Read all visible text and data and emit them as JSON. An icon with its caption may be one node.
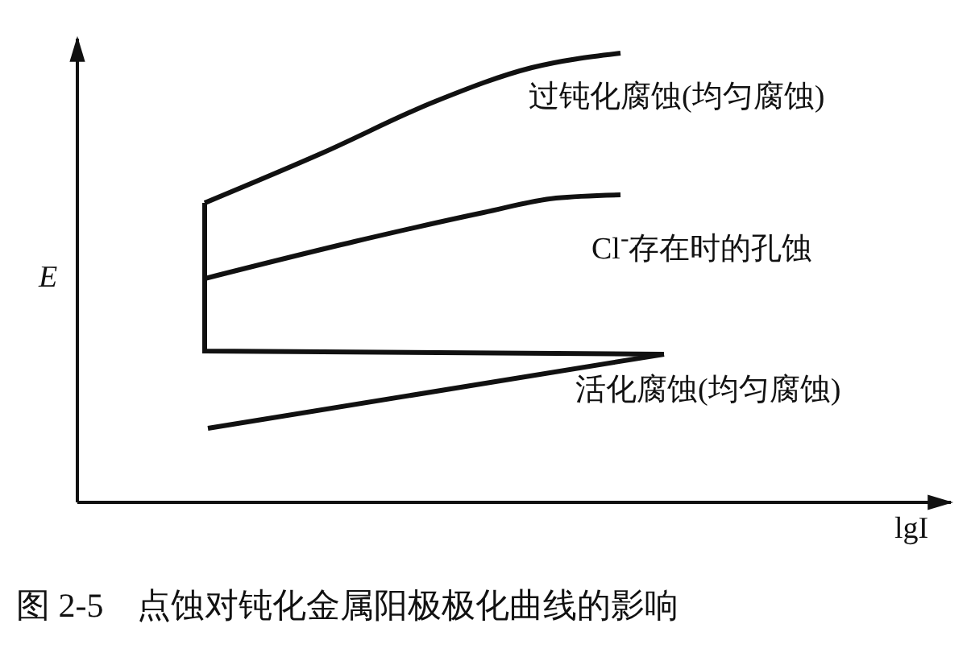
{
  "diagram": {
    "caption": "图 2-5　点蚀对钝化金属阳极极化曲线的影响",
    "labels": [
      "过钝化腐蚀(均匀腐蚀)",
      "Cl$^{-}$存在时的孔蚀",
      "活化腐蚀(均匀腐蚀)",
      "E",
      "lgI"
    ]
  }
}
